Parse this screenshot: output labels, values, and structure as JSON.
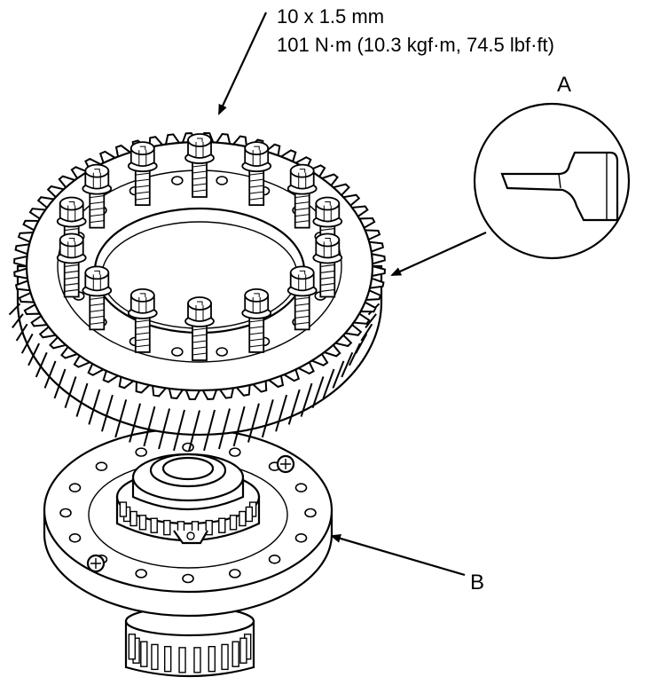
{
  "spec": {
    "bolt_size": "10 x 1.5 mm",
    "torque": "101 N·m (10.3 kgf·m, 74.5 lbf·ft)"
  },
  "callouts": {
    "detail_label": "A",
    "part_label": "B"
  },
  "icons": [
    "ring-gear",
    "mounting-bolt",
    "differential-carrier",
    "detail-magnifier",
    "leader-arrow"
  ]
}
